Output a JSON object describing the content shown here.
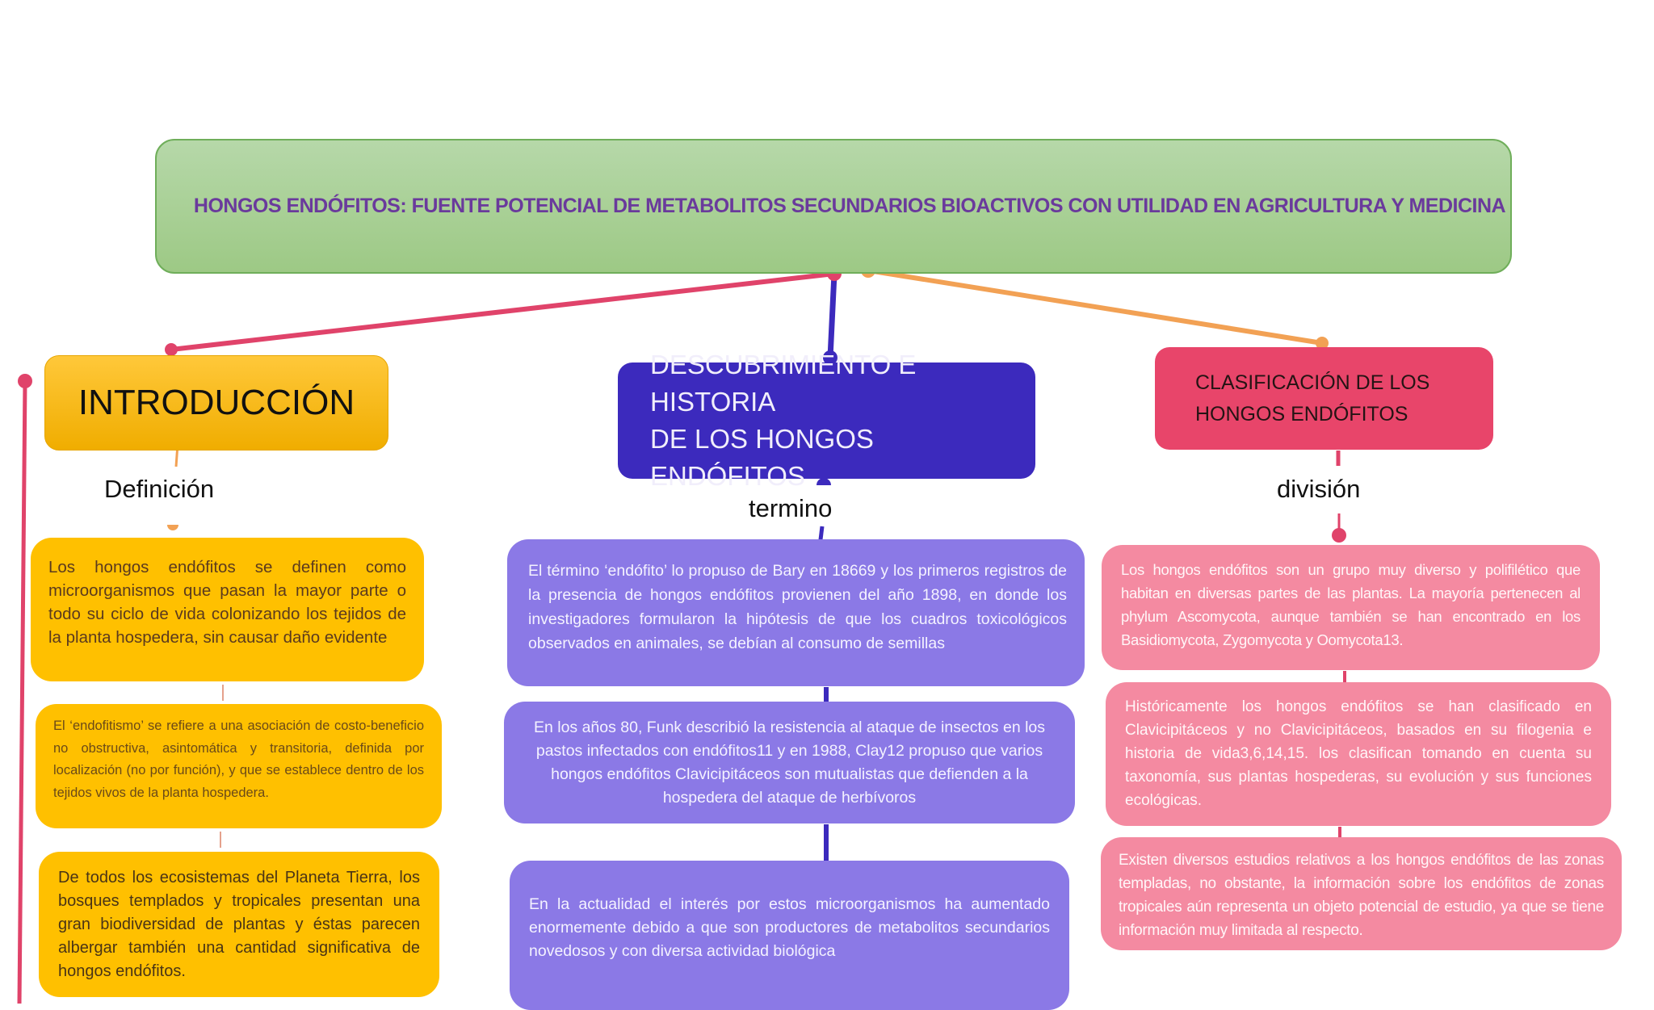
{
  "title": "HONGOS ENDÓFITOS: FUENTE POTENCIAL DE METABOLITOS SECUNDARIOS BIOACTIVOS CON UTILIDAD EN AGRICULTURA Y MEDICINA",
  "colors": {
    "title_fill": "#a8d08d",
    "title_text": "#6a3a9c",
    "introduccion": "#ffc000",
    "descubrimiento": "#3c2abd",
    "descubrimiento_cards": "#8b79e6",
    "clasificacion": "#e8456a",
    "clasificacion_cards": "#f48aa1",
    "connector_red": "#e0436a",
    "connector_orange": "#f2a154"
  },
  "branches": {
    "introduccion": {
      "heading": "INTRODUCCIÓN",
      "label": "Definición",
      "cards": [
        "Los hongos endófitos se definen como microorganismos que pasan la mayor parte o todo su ciclo de vida colonizando los tejidos de la planta hospedera, sin causar daño evidente",
        "El ‘endofitismo’ se refiere a una asociación de costo-beneficio no obstructiva, asintomática y transitoria, definida por localización (no por función), y que se establece dentro de los tejidos vivos de la planta hospedera.",
        "De todos los ecosistemas del Planeta Tierra, los bosques templados y tropicales presentan una gran biodiversidad de plantas y éstas parecen albergar también una cantidad significativa de hongos endófitos."
      ]
    },
    "descubrimiento": {
      "heading_line1": "DESCUBRIMIENTO E HISTORIA",
      "heading_line2": "DE LOS HONGOS ENDÓFITOS",
      "label": "termino",
      "cards": [
        "El término ‘endófito’ lo propuso de Bary en 18669 y los primeros registros de la presencia de hongos endófitos provienen del año 1898, en donde los investigadores formularon la hipótesis de que los cuadros toxicológicos observados en animales, se debían al consumo de semillas",
        "En los años 80, Funk describió la resistencia al ataque de insectos en los pastos infectados con endófitos11 y en 1988, Clay12 propuso que varios hongos endófitos Clavicipitáceos son mutualistas que defienden a la hospedera del ataque de herbívoros",
        "En la actualidad el interés por estos microorganismos ha aumentado enormemente debido a que son productores de metabolitos secundarios novedosos y con diversa actividad biológica"
      ]
    },
    "clasificacion": {
      "heading_line1": "CLASIFICACIÓN DE LOS",
      "heading_line2": "HONGOS ENDÓFITOS",
      "label": "división",
      "cards": [
        "Los hongos endófitos son un grupo muy diverso y polifilético que habitan en diversas partes de las plantas. La mayoría pertenecen al phylum Ascomycota, aunque también se han encontrado en los Basidiomycota, Zygomycota y Oomycota13.",
        "Históricamente los hongos endófitos se han clasificado en Clavicipitáceos y no Clavicipitáceos, basados en su filogenia e historia de vida3,6,14,15. los clasifican tomando en cuenta su taxonomía, sus plantas hospederas, su evolución y sus funciones ecológicas.",
        "Existen diversos estudios relativos a los hongos endófitos de las zonas templadas, no obstante, la información sobre los endófitos de zonas tropicales aún representa un objeto potencial de estudio, ya que se tiene información muy limitada al respecto."
      ]
    }
  }
}
